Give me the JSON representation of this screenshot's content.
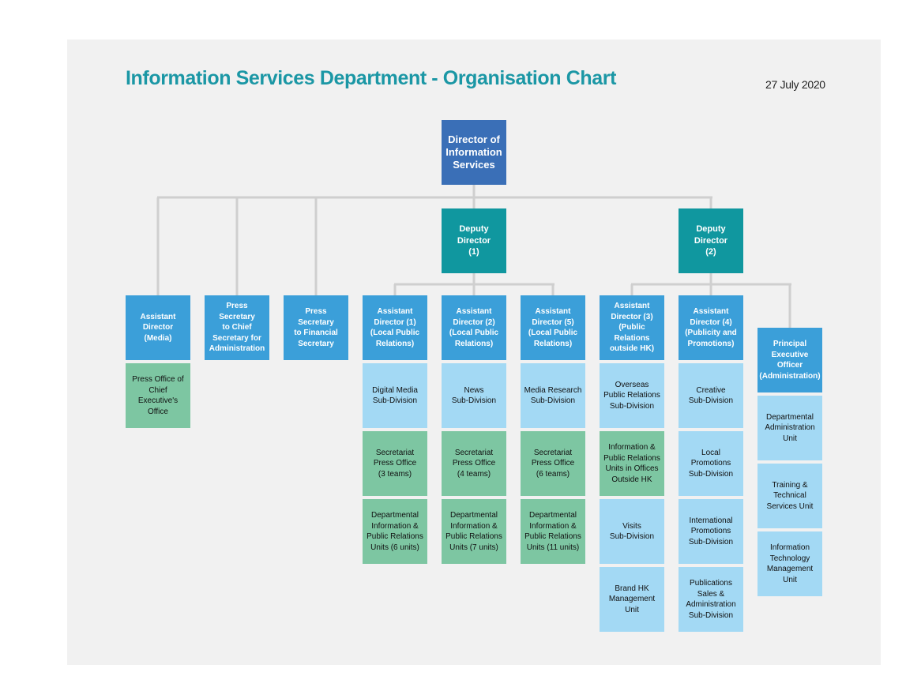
{
  "title": "Information Services Department - Organisation Chart",
  "date": "27 July 2020",
  "colors": {
    "title": "#1b97a5",
    "director": "#3a6fb7",
    "deputy": "#10979f",
    "assistant": "#3b9fd9",
    "unit_blue": "#a3d9f4",
    "unit_green": "#7dc6a2",
    "connector": "#cfcfcf"
  },
  "director": "Director of\nInformation\nServices",
  "deputies": {
    "d1": "Deputy Director\n(1)",
    "d2": "Deputy Director\n(2)"
  },
  "direct_reports": {
    "ad_media": "Assistant\nDirector (Media)",
    "ps_cs": "Press Secretary\nto Chief\nSecretary for\nAdministration",
    "ps_fs": "Press Secretary\nto Financial\nSecretary"
  },
  "assistant_directors": {
    "ad1": "Assistant\nDirector (1)\n(Local Public\nRelations)",
    "ad2": "Assistant\nDirector (2)\n(Local Public\nRelations)",
    "ad5": "Assistant\nDirector (5)\n(Local Public\nRelations)",
    "ad3": "Assistant\nDirector (3)\n(Public Relations\noutside HK)",
    "ad4": "Assistant\nDirector (4)\n(Publicity and\nPromotions)",
    "peo": "Principal\nExecutive Officer\n(Administration)"
  },
  "units": {
    "media": [
      "Press Office of\nChief Executive's\nOffice"
    ],
    "ad1": [
      "Digital Media\nSub-Division",
      "Secretariat\nPress Office\n(3 teams)",
      "Departmental\nInformation &\nPublic Relations\nUnits (6 units)"
    ],
    "ad2": [
      "News\nSub-Division",
      "Secretariat\nPress Office\n(4 teams)",
      "Departmental\nInformation &\nPublic Relations\nUnits (7 units)"
    ],
    "ad5": [
      "Media Research\nSub-Division",
      "Secretariat\nPress Office\n(6 teams)",
      "Departmental\nInformation &\nPublic Relations\nUnits (11 units)"
    ],
    "ad3": [
      "Overseas\nPublic Relations\nSub-Division",
      "Information &\nPublic Relations\nUnits in Offices\nOutside HK",
      "Visits\nSub-Division",
      "Brand HK\nManagement\nUnit"
    ],
    "ad4": [
      "Creative\nSub-Division",
      "Local\nPromotions\nSub-Division",
      "International\nPromotions\nSub-Division",
      "Publications\nSales &\nAdministration\nSub-Division"
    ],
    "peo": [
      "Departmental\nAdministration\nUnit",
      "Training &\nTechnical\nServices Unit",
      "Information\nTechnology\nManagement\nUnit"
    ]
  }
}
